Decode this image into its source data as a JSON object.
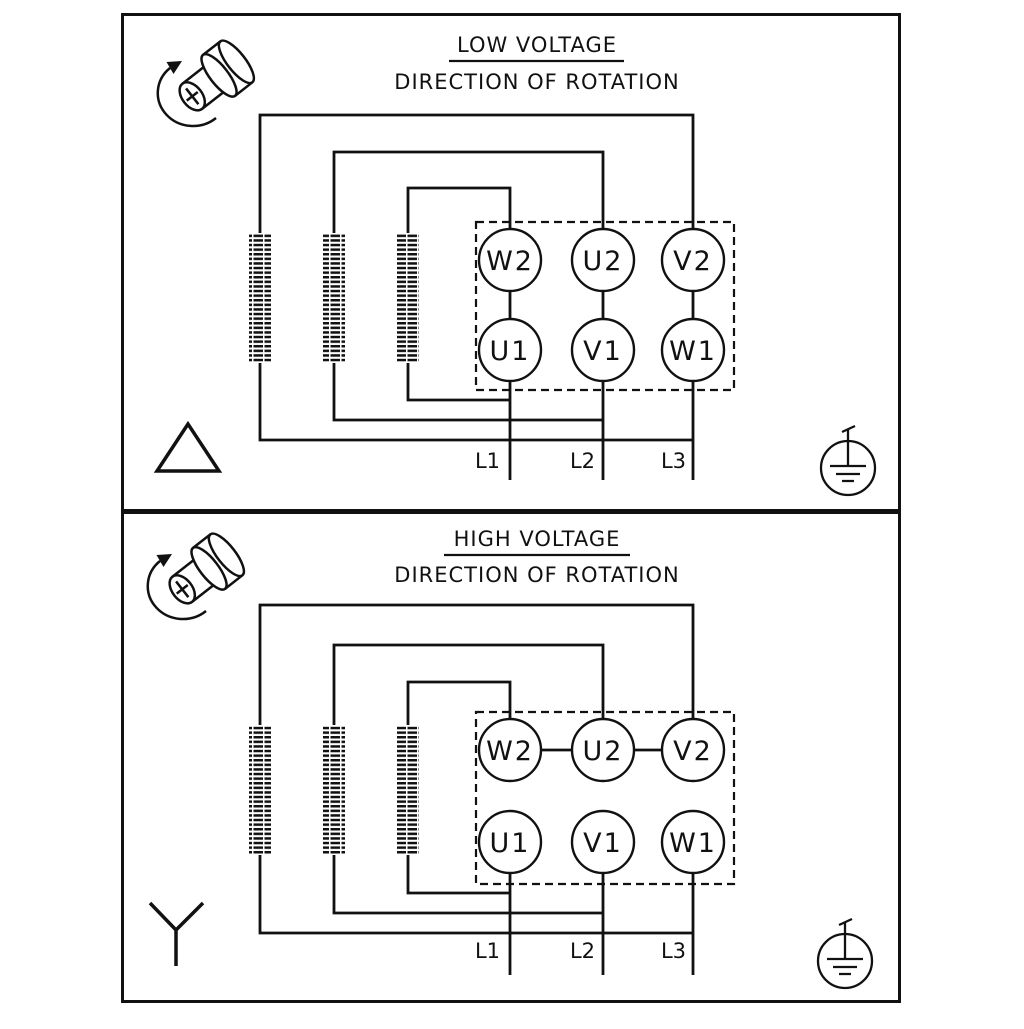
{
  "diagram": {
    "panels": [
      {
        "title": "LOW VOLTAGE",
        "subtitle": "DIRECTION OF ROTATION",
        "connection": "delta",
        "terminals_top": [
          "W2",
          "U2",
          "V2"
        ],
        "terminals_bottom": [
          "U1",
          "V1",
          "W1"
        ],
        "leads": [
          "L1",
          "L2",
          "L3"
        ]
      },
      {
        "title": "HIGH VOLTAGE",
        "subtitle": "DIRECTION OF ROTATION",
        "connection": "star",
        "terminals_top": [
          "W2",
          "U2",
          "V2"
        ],
        "terminals_bottom": [
          "U1",
          "V1",
          "W1"
        ],
        "leads": [
          "L1",
          "L2",
          "L3"
        ]
      }
    ],
    "icons": {
      "rotation": "rotation-direction-icon",
      "ground": "earth-ground-icon",
      "delta": "delta-connection-icon",
      "star": "star-connection-icon"
    },
    "colors": {
      "line": "#111111",
      "background": "#ffffff"
    }
  }
}
